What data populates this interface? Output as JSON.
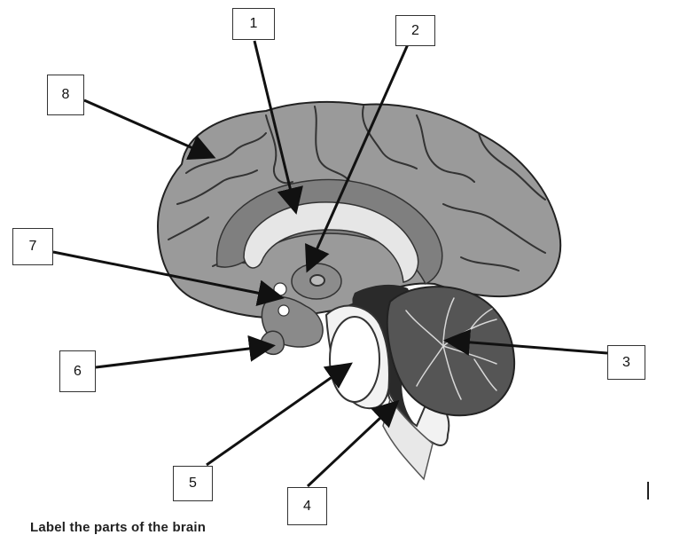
{
  "diagram": {
    "labels": [
      {
        "id": "1",
        "text": "1"
      },
      {
        "id": "2",
        "text": "2"
      },
      {
        "id": "3",
        "text": "3"
      },
      {
        "id": "4",
        "text": "4"
      },
      {
        "id": "5",
        "text": "5"
      },
      {
        "id": "6",
        "text": "6"
      },
      {
        "id": "7",
        "text": "7"
      },
      {
        "id": "8",
        "text": "8"
      }
    ],
    "bottom_text": "Label the parts of the brain"
  },
  "colors": {
    "cerebrum": "#9a9a9a",
    "cerebrum_dark": "#7f7f7f",
    "outline": "#222222",
    "corpus": "#e6e6e6",
    "cerebellum": "#555555",
    "brainstem": "#f2f2f2",
    "arrow": "#111111"
  }
}
